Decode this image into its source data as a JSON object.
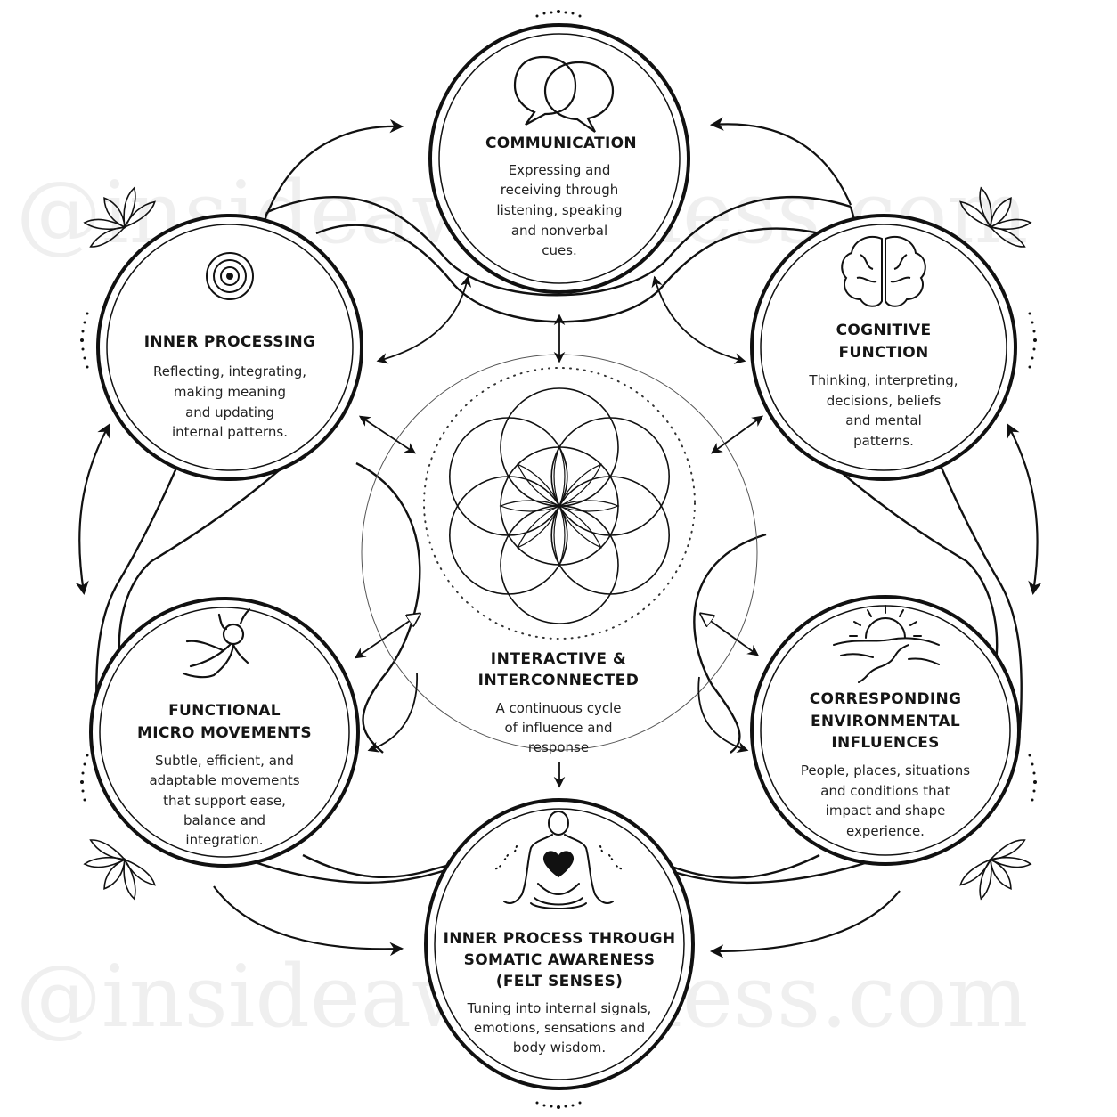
{
  "watermark": "@insideawareness.com",
  "colors": {
    "ink": "#111111",
    "background": "#ffffff"
  },
  "center": {
    "title_lines": [
      "INTERACTIVE &",
      "INTERCONNECTED"
    ],
    "desc_lines": [
      "A continuous cycle",
      "of influence and",
      "response"
    ],
    "icon": "flower-of-life-icon"
  },
  "nodes": [
    {
      "id": "communication",
      "icon": "speech-bubbles-icon",
      "title_lines": [
        "COMMUNICATION"
      ],
      "desc_lines": [
        "Expressing and",
        "receiving through",
        "listening, speaking",
        "and nonverbal",
        "cues."
      ]
    },
    {
      "id": "cognitive-function",
      "icon": "brain-icon",
      "title_lines": [
        "COGNITIVE",
        "FUNCTION"
      ],
      "desc_lines": [
        "Thinking, interpreting,",
        "decisions, beliefs",
        "and mental",
        "patterns."
      ]
    },
    {
      "id": "environmental-influences",
      "icon": "sunrise-landscape-icon",
      "title_lines": [
        "CORRESPONDING",
        "ENVIRONMENTAL",
        "INFLUENCES"
      ],
      "desc_lines": [
        "People, places, situations",
        "and conditions that",
        "impact and shape",
        "experience."
      ]
    },
    {
      "id": "somatic-awareness",
      "icon": "meditating-figure-heart-icon",
      "title_lines": [
        "INNER PROCESS THROUGH",
        "SOMATIC AWARENESS",
        "(FELT SENSES)"
      ],
      "desc_lines": [
        "Tuning into internal signals,",
        "emotions, sensations and",
        "body wisdom."
      ]
    },
    {
      "id": "micro-movements",
      "icon": "moving-figure-icon",
      "title_lines": [
        "FUNCTIONAL",
        "MICRO MOVEMENTS"
      ],
      "desc_lines": [
        "Subtle, efficient, and",
        "adaptable movements",
        "that support ease,",
        "balance and",
        "integration."
      ]
    },
    {
      "id": "inner-processing",
      "icon": "concentric-target-icon",
      "title_lines": [
        "INNER PROCESSING"
      ],
      "desc_lines": [
        "Reflecting, integrating,",
        "making meaning",
        "and updating",
        "internal patterns."
      ]
    }
  ]
}
